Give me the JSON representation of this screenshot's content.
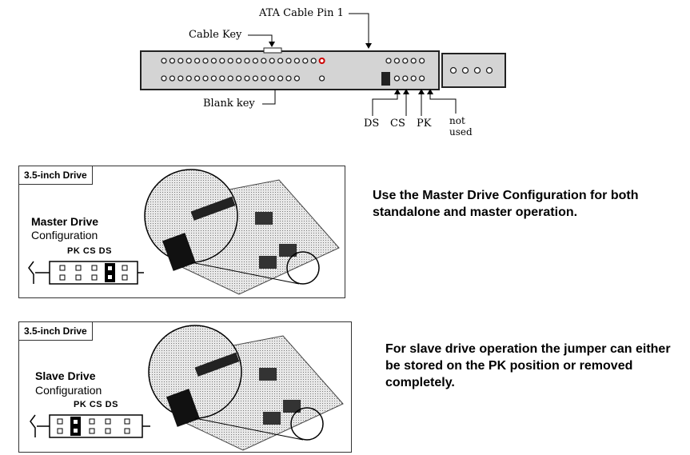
{
  "connector": {
    "label_ata_pin1": "ATA Cable Pin 1",
    "label_cable_key": "Cable Key",
    "label_blank_key": "Blank key",
    "jumper_labels": [
      "DS",
      "CS",
      "PK"
    ],
    "label_not_used_line1": "not",
    "label_not_used_line2": "used"
  },
  "master_panel": {
    "tab": "3.5-inch Drive",
    "title": "Master Drive",
    "subtitle": "Configuration",
    "jumper_header": "PK CS DS",
    "description": "Use the Master Drive Configuration for both standalone and master operation."
  },
  "slave_panel": {
    "tab": "3.5-inch Drive",
    "title": "Slave Drive",
    "subtitle": "Configuration",
    "jumper_header": "PK CS DS",
    "description": "For slave drive operation the jumper can either be stored on the PK position or removed completely."
  },
  "colors": {
    "pin1": "#cc0000",
    "connector_fill": "#d4d4d4"
  }
}
